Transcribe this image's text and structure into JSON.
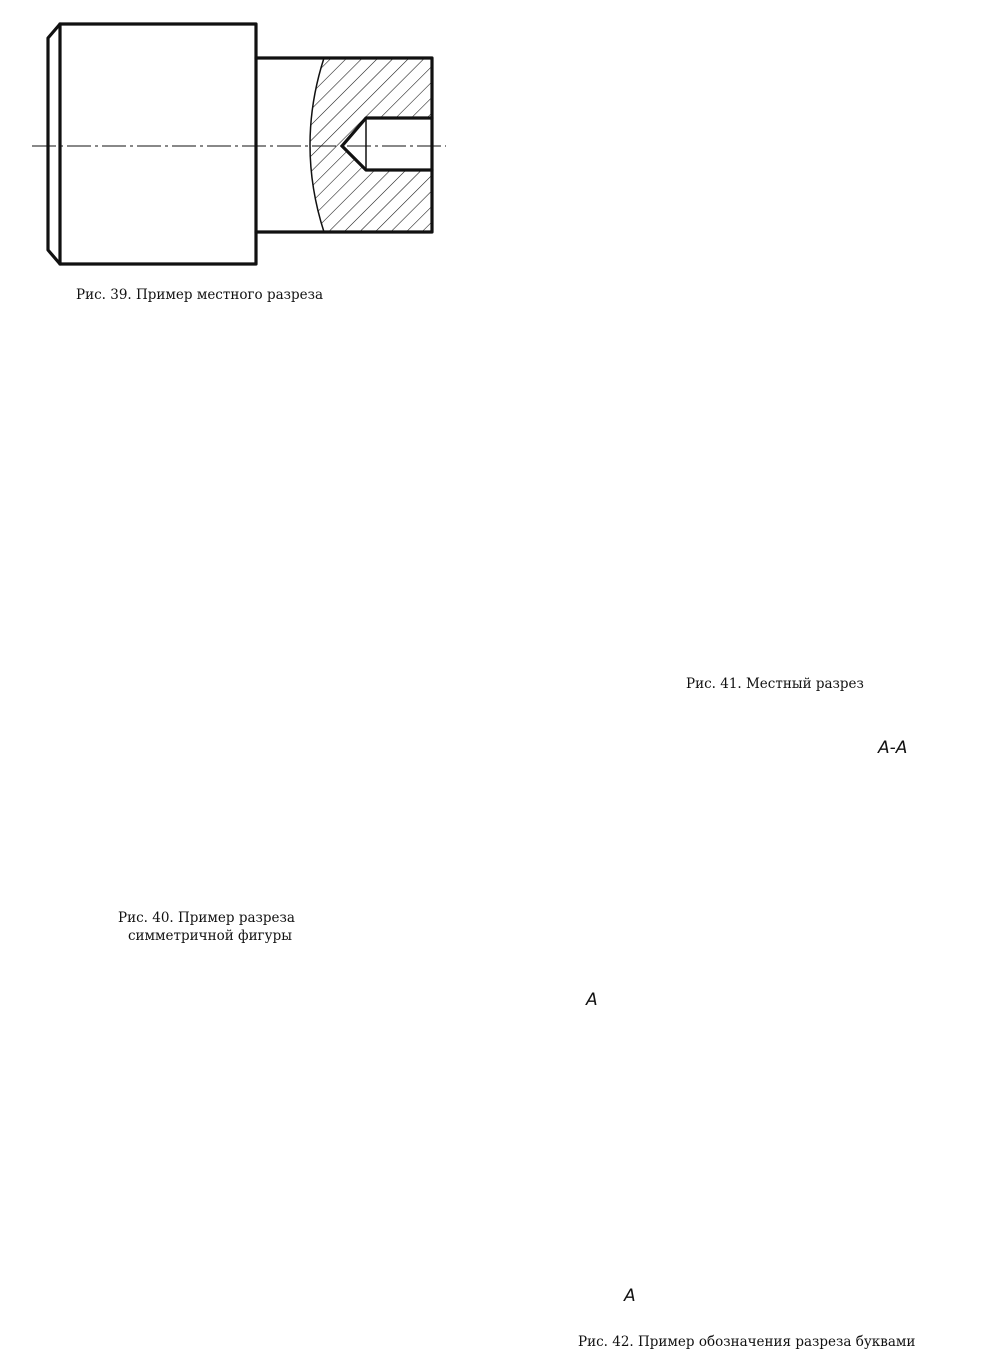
{
  "captions": {
    "fig39": "Рис. 39. Пример местного разреза",
    "fig40_line1": "Рис. 40. Пример разреза",
    "fig40_line2": "симметричной фигуры",
    "fig41": "Рис. 41. Местный разрез",
    "fig42": "Рис. 42. Пример обозначения разреза буквами"
  },
  "labels": {
    "section_title": "А-А",
    "cut_letter_top": "А",
    "cut_letter_bottom": "А"
  },
  "colors": {
    "ink": "#111111",
    "paper": "#ffffff"
  }
}
